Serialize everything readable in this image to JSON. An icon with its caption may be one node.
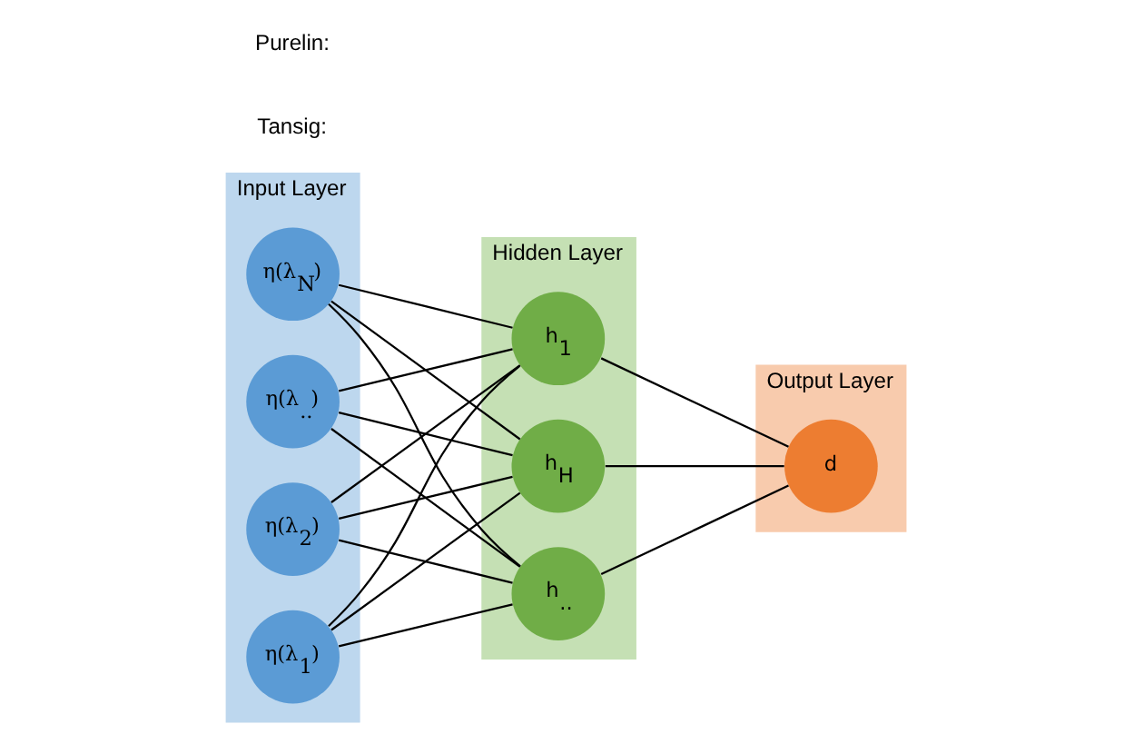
{
  "diagram": {
    "nodes": [
      {
        "text": [
          "Input Layer"
        ]
      },
      {
        "text": [
          "η(λ$_{1}$)"
        ],
        "in": 0
      },
      {
        "text": [
          "η(λ$_{2}$)"
        ],
        "in": 0
      },
      {
        "text": [
          "η(λ$_{..}$)"
        ],
        "in": 0
      },
      {
        "text": [
          "η(λ$_{N}$)"
        ],
        "in": 0
      },
      {
        "text": [
          "Hidden Layer"
        ]
      },
      {
        "text": [
          "h$_{1}$"
        ],
        "in": 5
      },
      {
        "text": [
          "h$_{..}$"
        ],
        "in": 5
      },
      {
        "text": [
          "h$_{H}$"
        ],
        "in": 5
      },
      {
        "text": [
          "Output Layer"
        ]
      },
      {
        "text": [
          "d"
        ],
        "in": 9
      }
    ],
    "edges": [
      {
        "from": 1,
        "to": 6,
        "arrow": "none"
      },
      {
        "from": 1,
        "to": 7,
        "arrow": "none"
      },
      {
        "from": 1,
        "to": 8,
        "arrow": "none"
      },
      {
        "from": 2,
        "to": 6,
        "arrow": "none"
      },
      {
        "from": 2,
        "to": 7,
        "arrow": "none"
      },
      {
        "from": 2,
        "to": 8,
        "arrow": "none"
      },
      {
        "from": 3,
        "to": 6,
        "arrow": "none"
      },
      {
        "from": 3,
        "to": 7,
        "arrow": "none"
      },
      {
        "from": 3,
        "to": 8,
        "arrow": "none"
      },
      {
        "from": 4,
        "to": 6,
        "arrow": "none"
      },
      {
        "from": 4,
        "to": 7,
        "arrow": "none"
      },
      {
        "from": 4,
        "to": 8,
        "arrow": "none"
      },
      {
        "from": 6,
        "to": 10,
        "arrow": "none"
      },
      {
        "from": 7,
        "to": 10,
        "arrow": "none"
      },
      {
        "from": 8,
        "to": 10,
        "arrow": "none"
      }
    ],
    "labels": [
      "Tansig:",
      "Purelin:"
    ]
  }
}
